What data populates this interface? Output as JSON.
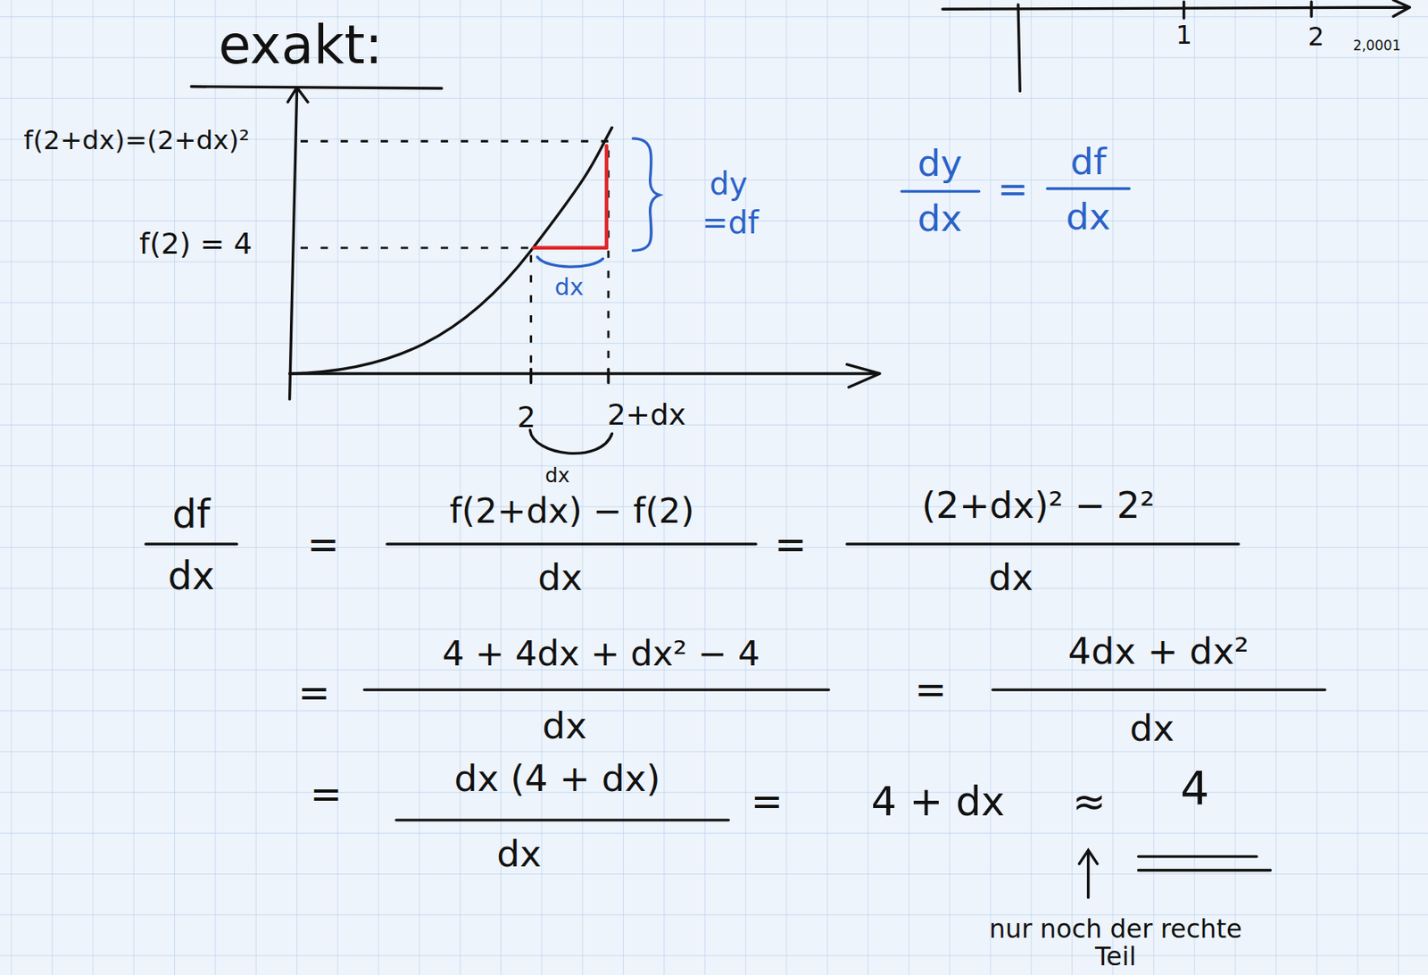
{
  "diagram": {
    "labels": [
      "exakt:",
      "1",
      "2",
      "2,0001",
      "f(2+dx)=(2+dx)²",
      "f(2) = 4",
      "dy",
      "=df",
      "dx",
      "2",
      "2+dx",
      "dx",
      "dy",
      "dx",
      "=",
      "df",
      "dx",
      "df",
      "dx",
      "=",
      "f(2+dx) − f(2)",
      "dx",
      "=",
      "(2+dx)² − 2²",
      "dx",
      "=",
      "4 + 4dx + dx² − 4",
      "dx",
      "=",
      "4dx + dx²",
      "dx",
      "=",
      "dx (4 + dx)",
      "dx",
      "=",
      "4 + dx",
      "≈",
      "4",
      "nur noch der rechte Teil"
    ]
  }
}
